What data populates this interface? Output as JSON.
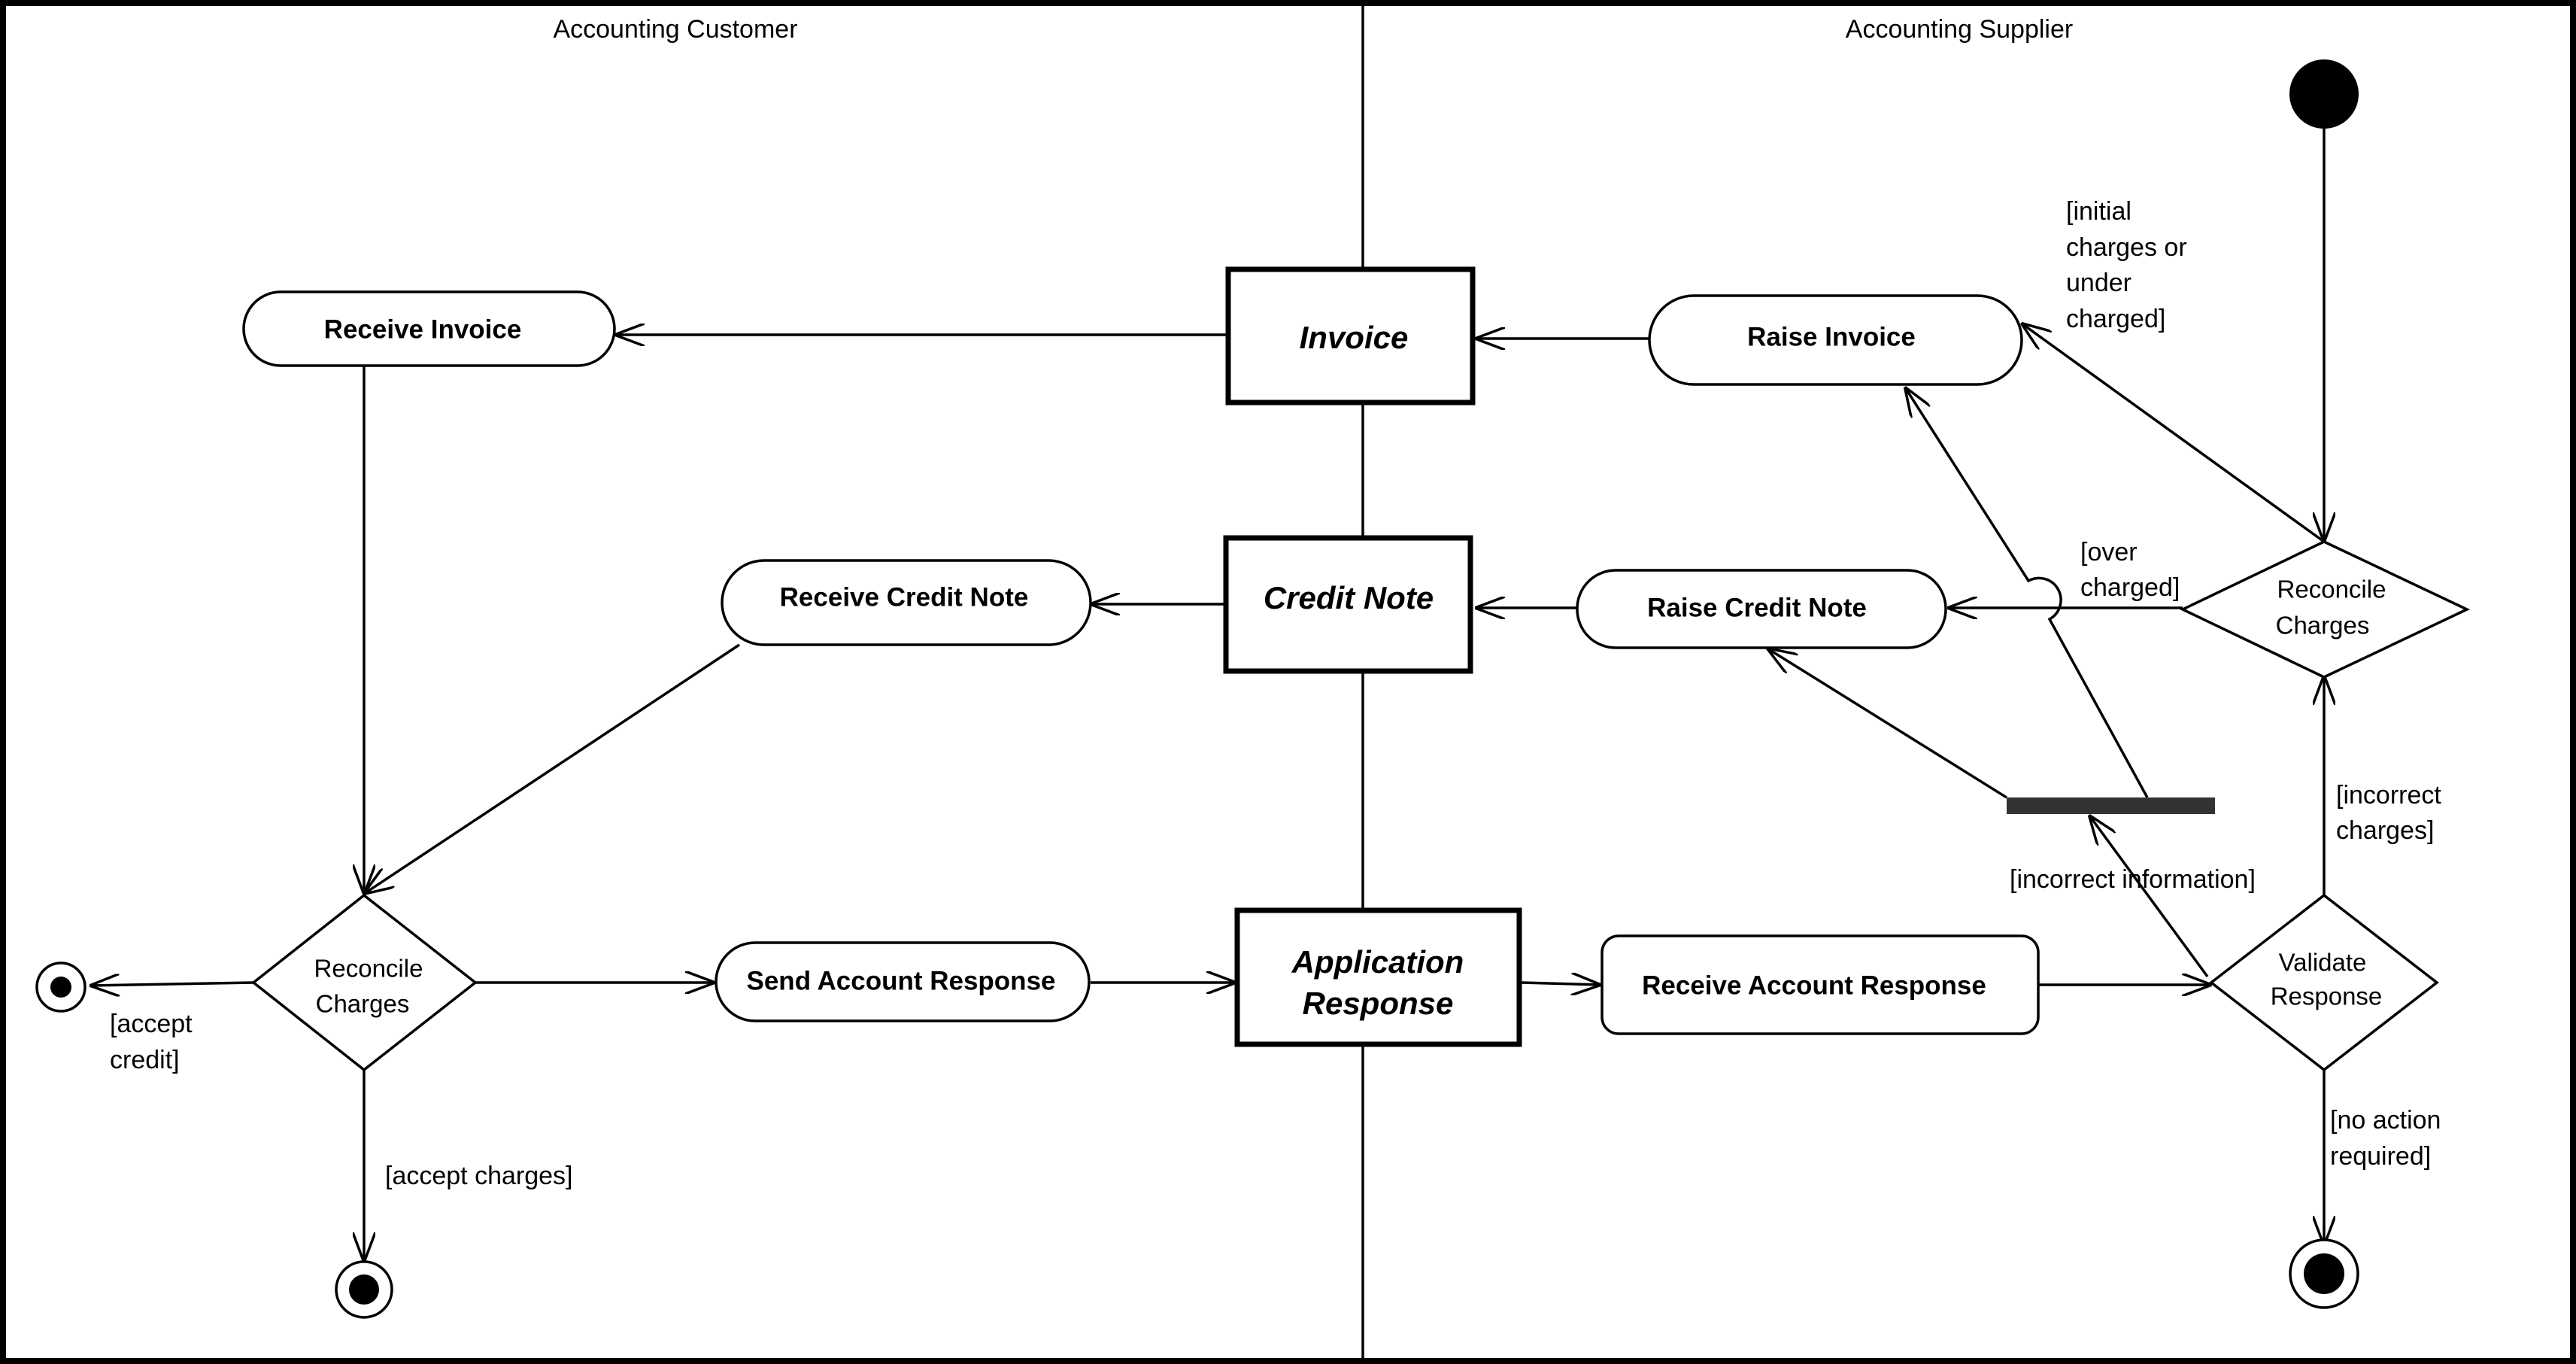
{
  "colors": {
    "line": "#000000",
    "background": "#ffffff",
    "fork_bar": "#333333"
  },
  "lanes": {
    "customer_title": "Accounting Customer",
    "supplier_title": "Accounting Supplier"
  },
  "objects": {
    "invoice": "Invoice",
    "credit_note": "Credit Note",
    "application_response_line1": "Application",
    "application_response_line2": "Response"
  },
  "activities": {
    "receive_invoice": "Receive Invoice",
    "receive_credit_note": "Receive Credit Note",
    "send_account_response": "Send Account Response",
    "raise_invoice": "Raise Invoice",
    "raise_credit_note": "Raise Credit Note",
    "receive_account_response": "Receive Account Response"
  },
  "decisions": {
    "customer_reconcile_line1": "Reconcile",
    "customer_reconcile_line2": "Charges",
    "supplier_reconcile_line1": "Reconcile",
    "supplier_reconcile_line2": "Charges",
    "validate_line1": "Validate",
    "validate_line2": "Response"
  },
  "guards": {
    "accept_credit_line1": "[accept",
    "accept_credit_line2": "credit]",
    "accept_charges": "[accept charges]",
    "initial_charges_line1": "[initial",
    "initial_charges_line2": "charges or",
    "initial_charges_line3": "under",
    "initial_charges_line4": "charged]",
    "over_charged_line1": "[over",
    "over_charged_line2": "charged]",
    "incorrect_charges_line1": "[incorrect",
    "incorrect_charges_line2": "charges]",
    "incorrect_information": "[incorrect information]",
    "no_action_line1": "[no action",
    "no_action_line2": "required]"
  }
}
